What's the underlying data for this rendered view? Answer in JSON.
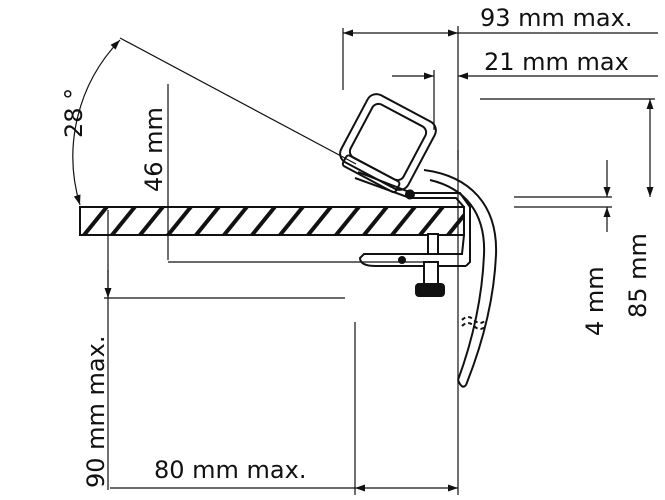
{
  "colors": {
    "ink": "#111111",
    "paper": "#ffffff"
  },
  "dimensions": {
    "top_overall": "93 mm max.",
    "top_offset": "21 mm max",
    "angle": "28 °",
    "rise": "46 mm",
    "depth": "90 mm max.",
    "reach": "80 mm max.",
    "thickness": "4 mm",
    "height": "85 mm"
  }
}
